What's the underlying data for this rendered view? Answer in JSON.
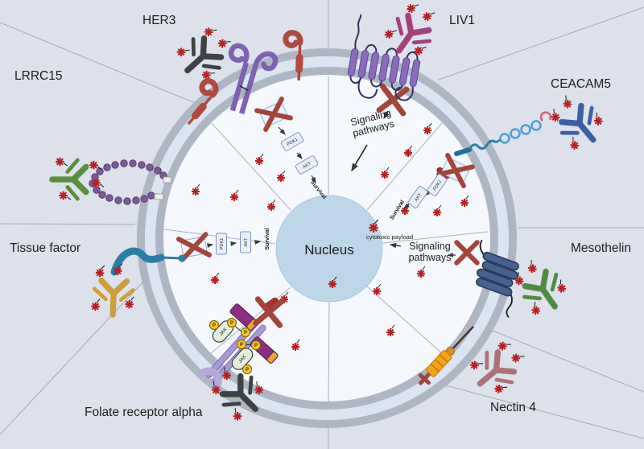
{
  "figure": {
    "nucleus_label": "Nucleus",
    "payload_label": "cytotoxic payload",
    "signaling": {
      "line1": "Signaling",
      "line2": "pathways"
    },
    "pathway": {
      "kinase1": "PDK1",
      "kinase2": "AKT",
      "outcome": "Survival"
    },
    "jak_label": "JAK",
    "phospho_label": "P"
  },
  "targets": [
    {
      "id": "lrrc15",
      "label": "LRRC15",
      "antibody_color": "#588f3d",
      "receptor_glyph": "beaded-repeat-loop"
    },
    {
      "id": "her3",
      "label": "HER3",
      "antibody_color": "#3f4245",
      "receptor_glyph": "hook-receptor-pair"
    },
    {
      "id": "liv1",
      "label": "LIV1",
      "antibody_color": "#a4407c",
      "receptor_glyph": "multipass-transporter"
    },
    {
      "id": "ceacam5",
      "label": "CEACAM5",
      "antibody_color": "#3d5fa8",
      "receptor_glyph": "ig-loop-chain"
    },
    {
      "id": "mesothelin",
      "label": "Mesothelin",
      "antibody_color": "#4f8c3f",
      "receptor_glyph": "helix-bundle"
    },
    {
      "id": "nectin4",
      "label": "Nectin 4",
      "antibody_color": "#ad7279",
      "receptor_glyph": "syringe-receptor"
    },
    {
      "id": "folate",
      "label": "Folate receptor alpha",
      "antibody_color": "#3f4245",
      "receptor_glyph": "gpi-anchor-jak-complex"
    },
    {
      "id": "tissue_factor",
      "label": "Tissue factor",
      "antibody_color": "#cf9e3b",
      "receptor_glyph": "curved-factor"
    }
  ],
  "colors": {
    "background": "#dce1eb",
    "membrane_gray": "#aeb6c3",
    "membrane_pale": "#dbe4f1",
    "cytoplasm": "#f5f8fc",
    "nucleus_fill": "#bdd7e9",
    "payload_red": "#b82025",
    "blocked_x_red": "#a3453a",
    "pathway_box_fill": "#e9eff9",
    "pathway_box_border": "#7f93bb"
  }
}
